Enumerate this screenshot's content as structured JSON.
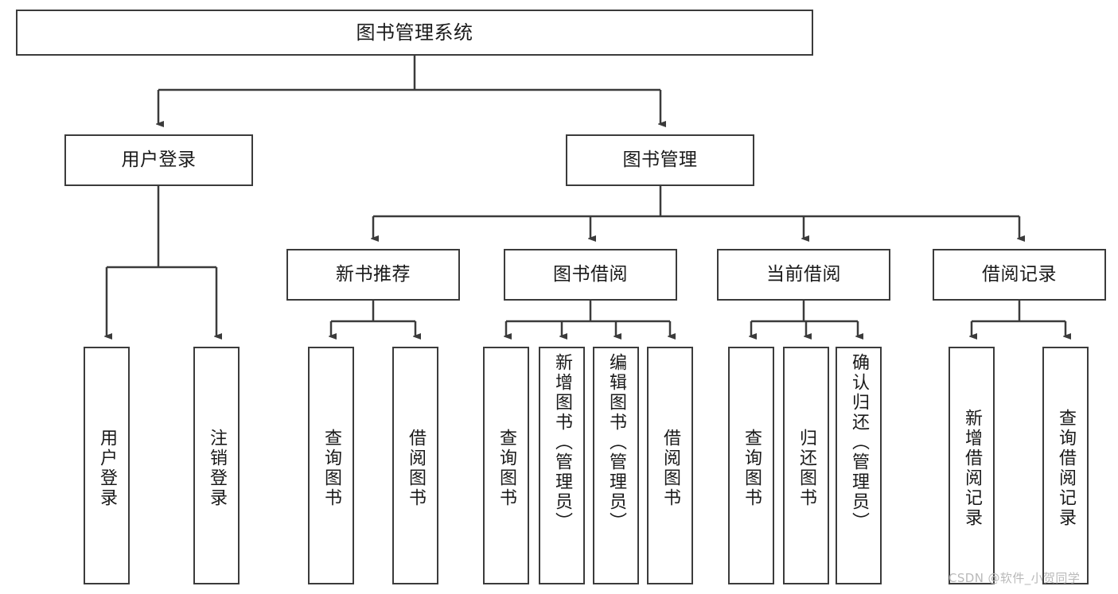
{
  "diagram": {
    "title": "图书管理系统",
    "type": "tree-hierarchy-chart",
    "root": {
      "label": "图书管理系统"
    },
    "level2": [
      {
        "label": "用户登录"
      },
      {
        "label": "图书管理"
      }
    ],
    "level3": [
      {
        "label": "新书推荐"
      },
      {
        "label": "图书借阅"
      },
      {
        "label": "当前借阅"
      },
      {
        "label": "借阅记录"
      }
    ],
    "leaves": {
      "user_login": [
        {
          "label": "用户登录"
        },
        {
          "label": "注销登录"
        }
      ],
      "new_book_recommend": [
        {
          "label": "查询图书"
        },
        {
          "label": "借阅图书"
        }
      ],
      "book_borrow": [
        {
          "label": "查询图书"
        },
        {
          "label": "新增图书（管理员）"
        },
        {
          "label": "编辑图书（管理员）"
        },
        {
          "label": "借阅图书"
        }
      ],
      "current_borrow": [
        {
          "label": "查询图书"
        },
        {
          "label": "归还图书"
        },
        {
          "label": "确认归还（管理员）"
        }
      ],
      "borrow_record": [
        {
          "label": "新增借阅记录"
        },
        {
          "label": "查询借阅记录"
        }
      ]
    }
  },
  "watermark": {
    "text": "CSDN @软件_小贺同学"
  },
  "colors": {
    "border": "#3b3b3b",
    "line": "#3b3b3b",
    "background": "#ffffff",
    "text": "#1a1a1a",
    "watermark": "#b9b9b9"
  }
}
